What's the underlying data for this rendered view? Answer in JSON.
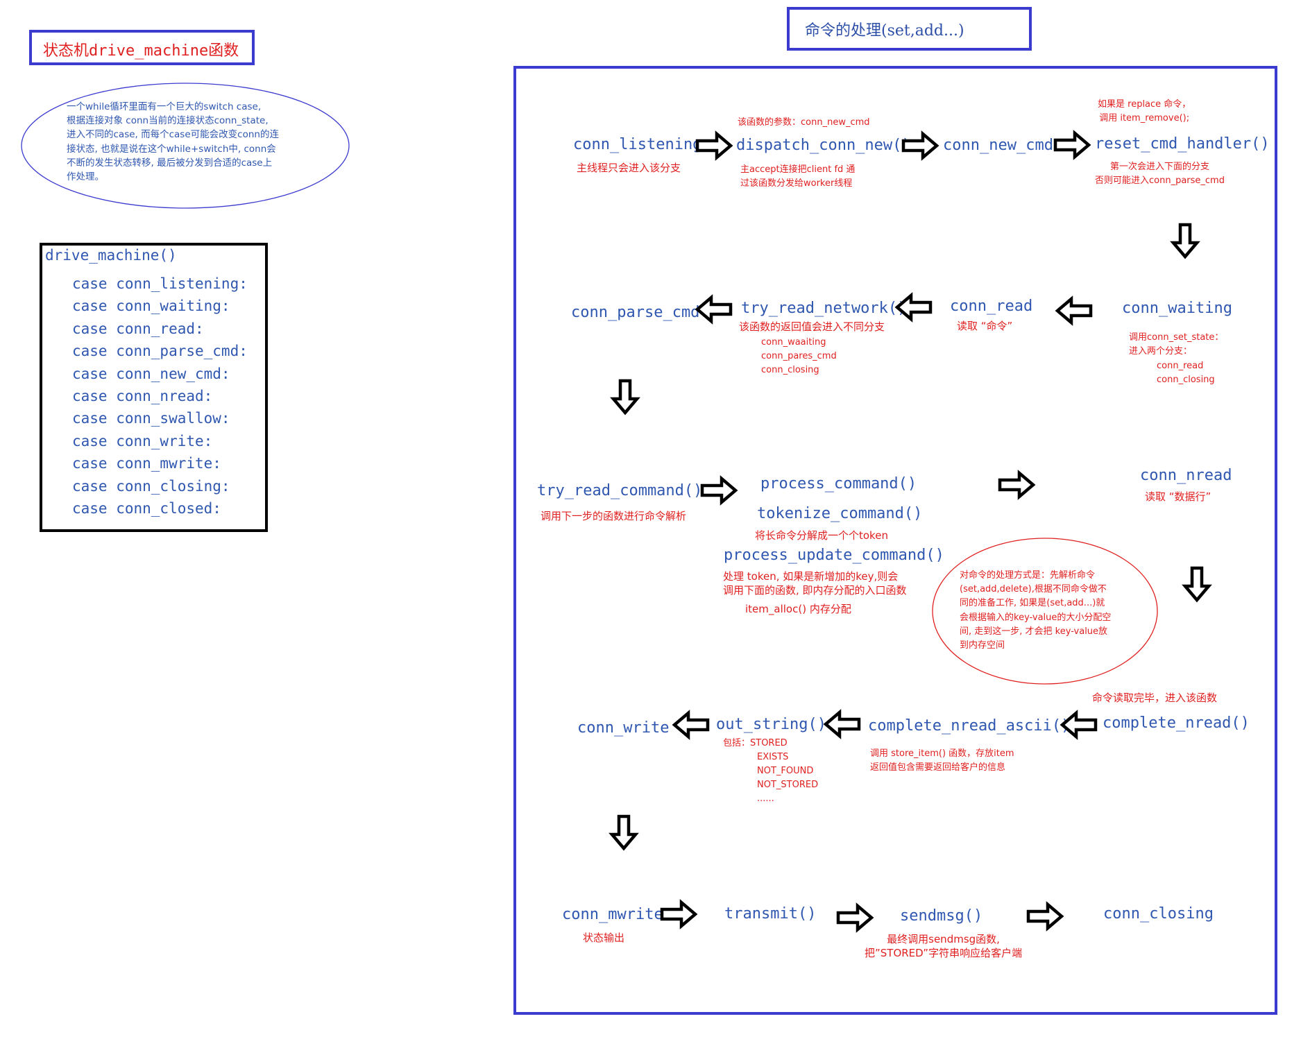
{
  "title_left": "状态机drive_machine函数",
  "title_right": "命令的处理(set,add...)",
  "ellipse_note": [
    "一个while循环里面有一个巨大的switch case,",
    "根据连接对象 conn当前的连接状态conn_state,",
    "进入不同的case, 而每个case可能会改变conn的连",
    "接状态, 也就是说在这个while+switch中, conn会",
    "不断的发生状态转移, 最后被分发到合适的case上",
    "作处理。"
  ],
  "machine": {
    "header": "drive_machine()",
    "cases": [
      "case conn_listening:",
      "case conn_waiting:",
      "case conn_read:",
      "case conn_parse_cmd:",
      "case conn_new_cmd:",
      "case conn_nread:",
      "case conn_swallow:",
      "case conn_write:",
      "case conn_mwrite:",
      "case conn_closing:",
      "case conn_closed:"
    ]
  },
  "row1": {
    "conn_listening": "conn_listening",
    "conn_listening_note": "主线程只会进入该分支",
    "dispatch": "dispatch_conn_new()",
    "dispatch_note_top": "该函数的参数：conn_new_cmd",
    "dispatch_note_bottom": [
      "主accept连接把client fd 通",
      "过该函数分发给worker线程"
    ],
    "conn_new_cmd": "conn_new_cmd",
    "reset": "reset_cmd_handler()",
    "reset_note_top": [
      "如果是 replace 命令，",
      "调用 item_remove();"
    ],
    "reset_note_bottom": [
      "第一次会进入下面的分支",
      "否则可能进入conn_parse_cmd"
    ]
  },
  "row2": {
    "conn_parse_cmd": "conn_parse_cmd",
    "try_read_network": "try_read_network()",
    "trn_note": "该函数的返回值会进入不同分支",
    "trn_branches": [
      "conn_waaiting",
      "conn_pares_cmd",
      "conn_closing"
    ],
    "conn_read": "conn_read",
    "conn_read_note": "读取 “命令”",
    "conn_waiting": "conn_waiting",
    "waiting_note": [
      "调用conn_set_state：",
      "进入两个分支："
    ],
    "waiting_branches": [
      "conn_read",
      "conn_closing"
    ]
  },
  "row3": {
    "try_read_command": "try_read_command()",
    "trc_note": "调用下一步的函数进行命令解析",
    "process_command": "process_command()",
    "tokenize_command": "tokenize_command()",
    "tokenize_note": "将长命令分解成一个个token",
    "process_update_command": "process_update_command()",
    "puc_note": [
      "处理 token, 如果是新增加的key,则会",
      "调用下面的函数, 即内存分配的入口函数"
    ],
    "item_alloc": "item_alloc() 内存分配",
    "conn_nread": "conn_nread",
    "conn_nread_note": "读取 “数据行”",
    "red_ellipse_note": [
      "对命令的处理方式是：先解析命令",
      "(set,add,delete),根据不同命令做不",
      "同的准备工作, 如果是(set,add...)就",
      "会根据输入的key-value的大小分配空",
      "间, 走到这一步, 才会把 key-value放",
      "到内存空间"
    ]
  },
  "row4": {
    "conn_write": "conn_write",
    "out_string": "out_string()",
    "out_string_note": [
      "包括：STORED",
      "EXISTS",
      "NOT_FOUND",
      "NOT_STORED",
      "......"
    ],
    "complete_nread_ascii": "complete_nread_ascii()",
    "cna_note": [
      "调用 store_item() 函数，存放item",
      "返回值包含需要返回给客户的信息"
    ],
    "complete_nread": "complete_nread()",
    "complete_nread_note": "命令读取完毕，进入该函数"
  },
  "row5": {
    "conn_mwrite": "conn_mwrite",
    "conn_mwrite_note": "状态输出",
    "transmit": "transmit()",
    "sendmsg": "sendmsg()",
    "sendmsg_note": [
      "最终调用sendmsg函数,",
      "把”STORED”字符串响应给客户端"
    ],
    "conn_closing": "conn_closing"
  },
  "colors": {
    "blue_text": "#2f57b0",
    "red_text": "#e02020",
    "frame_blue": "#3b3bd0",
    "black": "#000000"
  }
}
